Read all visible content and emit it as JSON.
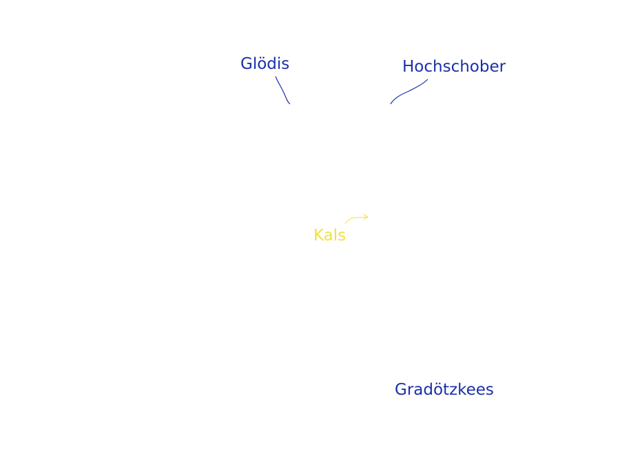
{
  "colors": {
    "background": "#ffffff",
    "label_blue": "#1a2fa8",
    "label_yellow": "#f2e23a"
  },
  "labels": {
    "glodis": "Glödis",
    "hochschober": "Hochschober",
    "kals": "Kals",
    "gradotzkees": "Gradötzkees"
  }
}
